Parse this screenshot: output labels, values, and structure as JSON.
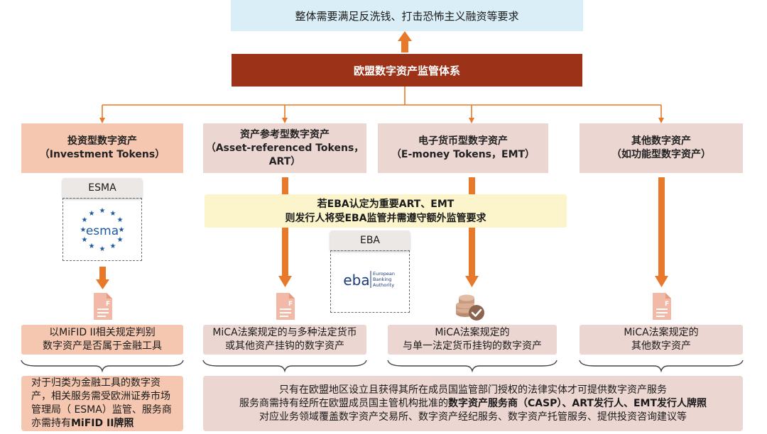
{
  "top_requirement": "整体需要满足反洗钱、打击恐怖主义融资等要求",
  "framework_title": "欧盟数字资产监管体系",
  "categories": [
    {
      "line1": "投资型数字资产",
      "line2": "（Investment Tokens）",
      "line3": ""
    },
    {
      "line1": "资产参考型数字资产",
      "line2": "（Asset-referenced Tokens，",
      "line3": "ART）"
    },
    {
      "line1": "电子货币型数字资产",
      "line2": "（E-money Tokens，EMT）",
      "line3": ""
    },
    {
      "line1": "其他数字资产",
      "line2": "（如功能型数字资产）",
      "line3": ""
    }
  ],
  "authorities": {
    "esma_tab": "ESMA",
    "esma_logo_text": "esma",
    "eba_tab": "EBA",
    "eba_logo_text": "eba",
    "eba_logo_subtext": [
      "European",
      "Banking",
      "Authority"
    ]
  },
  "eba_notice": {
    "line1": "若EBA认定为重要ART、EMT",
    "line2": "则发行人将受EBA监管并需遵守额外监管要求"
  },
  "rules": [
    {
      "line1": "以MiFID II相关规定判别",
      "line2": "数字资产是否属于金融工具"
    },
    {
      "line1": "MiCA法案规定的与多种法定货币",
      "line2": "或其他资产挂钩的数字资产"
    },
    {
      "line1": "MiCA法案规定的",
      "line2": "与单一法定货币挂钩的数字资产"
    },
    {
      "line1": "MiCA法案规定的",
      "line2": "其他数字资产"
    }
  ],
  "bottom_left": {
    "text": "对于归类为金融工具的数字资产，相关服务需受欧洲证券市场管理局（ ESMA）监管、服务商亦需持有",
    "bold": "MiFID II牌照"
  },
  "bottom_main": {
    "line1": "只有在欧盟地区设立且获得其所在成员国监管部门授权的法律实体才可提供数字资产服务",
    "line2_plain": "服务商需持有经所在欧盟成员国主管机构批准的",
    "line2_bold": "数字资产服务商（CASP）、ART发行人、EMT发行人牌照",
    "line3": "对应业务领域覆盖数字资产交易所、数字资产经纪服务、数字资产托管服务、提供投资咨询建议等"
  },
  "colors": {
    "arrow": "#e8782a",
    "framework": "#9c3318",
    "top_box": "#d9eef7",
    "investment_box": "#f5c7b0",
    "other_box": "#ecd6d1",
    "notice_box": "#fcf5cc",
    "esma_blue": "#1d5aa3",
    "eba_blue": "#1c3c78"
  },
  "icons": [
    "document-icon",
    "document-icon",
    "coins-check-icon",
    "document-icon"
  ]
}
